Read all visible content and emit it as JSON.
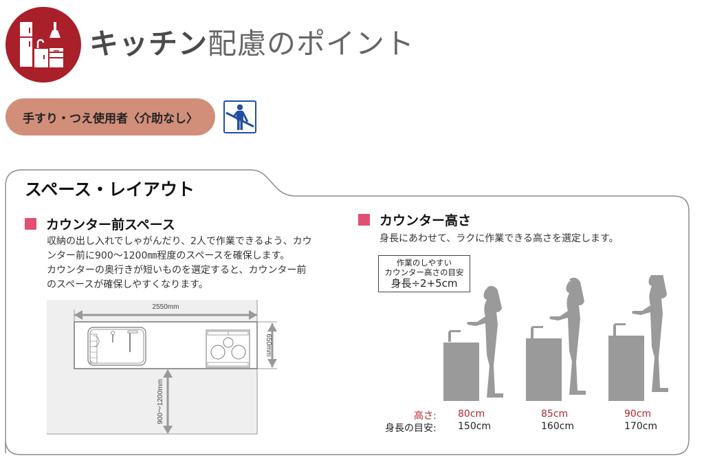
{
  "header": {
    "title_bold": "キッチン",
    "title_light": "配慮のポイント",
    "icon": "kitchen-icon",
    "circle_color": "#a91f2a"
  },
  "category": {
    "label": "手すり・つえ使用者〈介助なし〉",
    "pill_color": "#d18f79",
    "icon": "handrail-user-icon",
    "icon_color": "#1f4fa0"
  },
  "card": {
    "title": "スペース・レイアウト",
    "accent_color": "#e14f73",
    "left": {
      "heading": "カウンター前スペース",
      "lines": [
        "収納の出し入れでしゃがんだり、2人で作業できるよう、カウ",
        "ンター前に900～1200㎜程度のスペースを確保します。",
        "カウンターの奥行きが短いものを選定すると、カウンター前",
        "のスペースが確保しやすくなります。"
      ],
      "diagram": {
        "width_label": "2550mm",
        "depth_label": "650mm",
        "front_space_label": "900〜1200mm"
      }
    },
    "right": {
      "heading": "カウンター高さ",
      "text": "身長にあわせて、ラクに作業できる高さを選定します。",
      "formula": {
        "line1": "作業のしやすい",
        "line2": "カウンター高さの目安",
        "line3": "身長÷2+5cm"
      },
      "row_labels": {
        "height": "高さ:",
        "stature": "身長の目安:"
      },
      "examples": [
        {
          "height": "80cm",
          "stature": "150cm"
        },
        {
          "height": "85cm",
          "stature": "160cm"
        },
        {
          "height": "90cm",
          "stature": "170cm"
        }
      ]
    }
  }
}
